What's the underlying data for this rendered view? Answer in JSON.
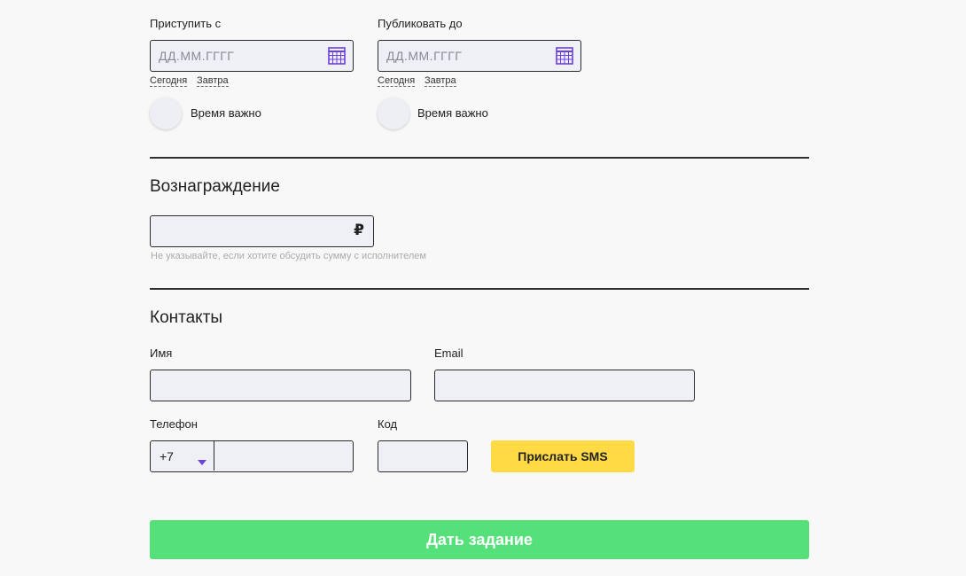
{
  "dates": {
    "start": {
      "label": "Приступить с",
      "placeholder": "ДД.ММ.ГГГГ",
      "quick": [
        "Сегодня",
        "Завтра"
      ],
      "time_label": "Время важно"
    },
    "publish": {
      "label": "Публиковать до",
      "placeholder": "ДД.ММ.ГГГГ",
      "quick": [
        "Сегодня",
        "Завтра"
      ],
      "time_label": "Время важно"
    }
  },
  "reward": {
    "title": "Вознаграждение",
    "currency": "₽",
    "hint": "Не указывайте, если хотите обсудить сумму с исполнителем"
  },
  "contacts": {
    "title": "Контакты",
    "name_label": "Имя",
    "email_label": "Email",
    "phone_label": "Телефон",
    "phone_code": "+7",
    "code_label": "Код",
    "sms_button": "Прислать SMS"
  },
  "submit_button": "Дать задание",
  "colors": {
    "accent_purple": "#6b3fe0",
    "sms_yellow": "#ffda44",
    "submit_green": "#56e07a",
    "field_bg": "#eff0f5"
  }
}
